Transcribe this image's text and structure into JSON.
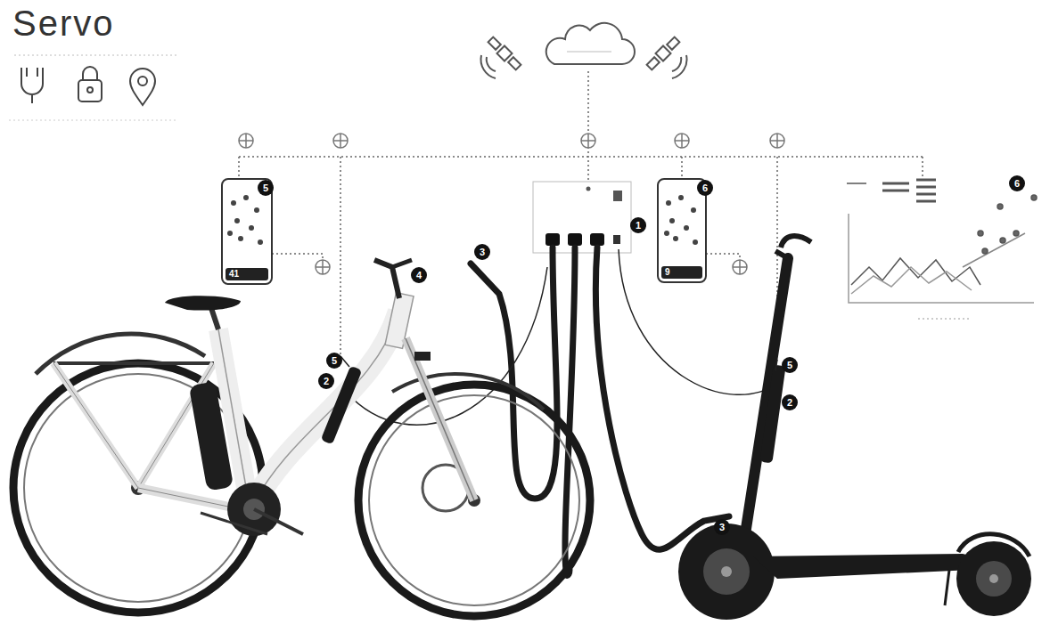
{
  "diagram": {
    "title": "Servo",
    "nodes": [
      {
        "text": [
          "41"
        ]
      },
      {
        "text": [
          "9"
        ]
      }
    ],
    "labels": [
      "5",
      "6",
      "1",
      "6",
      "3",
      "4",
      "5",
      "2",
      "5",
      "2",
      "3"
    ]
  }
}
